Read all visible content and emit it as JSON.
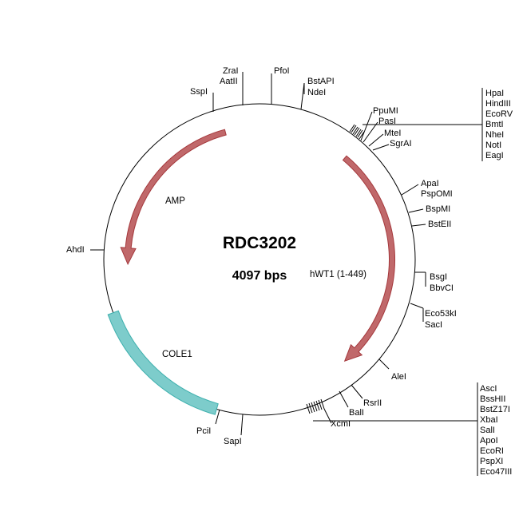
{
  "plasmid": {
    "name": "RDC3202",
    "length_label": "4097 bps"
  },
  "features": {
    "amp": {
      "label": "AMP",
      "color": "#c0686a",
      "stroke": "#a5393d"
    },
    "hwt1": {
      "label": "hWT1 (1-449)",
      "color": "#c0686a",
      "stroke": "#a5393d"
    },
    "cole1": {
      "label": "COLE1",
      "color": "#7dcccb",
      "stroke": "#3fb0ae"
    }
  },
  "sites": {
    "sspi": "SspI",
    "zrai": "ZraI",
    "aatii": "AatII",
    "pfoi": "PfoI",
    "bstapi": "BstAPI",
    "ndei": "NdeI",
    "ppumi": "PpuMI",
    "pasi": "PasI",
    "mtei": "MteI",
    "sgrai": "SgrAI",
    "apai": "ApaI",
    "pspomi": "PspOMI",
    "bspmi": "BspMI",
    "bsteii": "BstEII",
    "bsgi": "BsgI",
    "bbvci": "BbvCI",
    "eco53ki": "Eco53kI",
    "saci": "SacI",
    "alei": "AleI",
    "rsrii": "RsrII",
    "bali": "BalI",
    "xcmi": "XcmI",
    "sapi": "SapI",
    "pcii": "PciI",
    "ahdi": "AhdI"
  },
  "cluster_top": [
    "HpaI",
    "HindIII",
    "EcoRV",
    "BmtI",
    "NheI",
    "NotI",
    "EagI"
  ],
  "cluster_bottom": [
    "AscI",
    "BssHII",
    "BstZ17I",
    "XbaI",
    "SalI",
    "ApoI",
    "EcoRI",
    "PspXI",
    "Eco47III"
  ]
}
